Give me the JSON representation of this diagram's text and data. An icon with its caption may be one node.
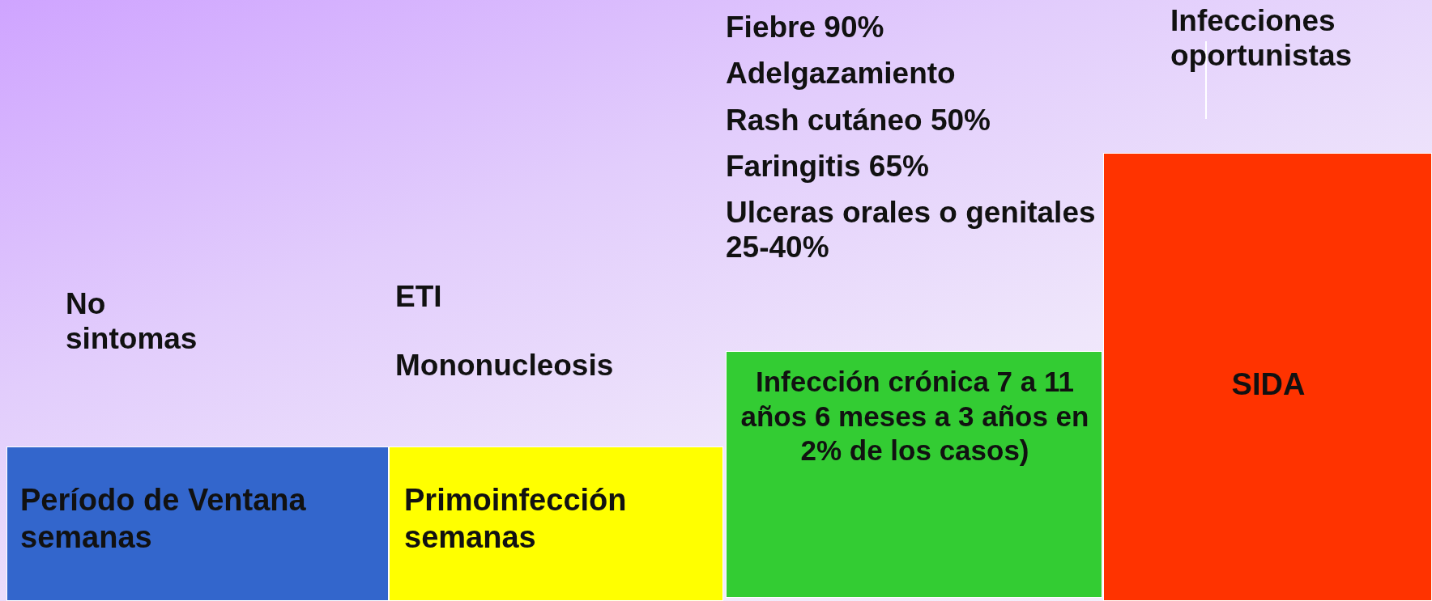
{
  "diagram": {
    "nodes": [
      {
        "text": [
          "Período de Ventana semanas"
        ],
        "beside": [
          "No sintomas"
        ]
      },
      {
        "text": [
          "Primoinfección semanas"
        ],
        "beside": [
          "ETI",
          "Mononucleosis"
        ]
      },
      {
        "text": [
          "Infección crónica 7 a 11 años 6 meses a 3 años en 2% de los casos)"
        ],
        "beside": [
          "Fiebre 90%",
          "Adelgazamiento",
          "Rash cutáneo 50%",
          "Faringitis 65%",
          "Ulceras orales o genitales 25-40%"
        ]
      },
      {
        "text": [
          "SIDA"
        ],
        "beside": [
          "Infecciones oportunistas"
        ]
      }
    ]
  }
}
